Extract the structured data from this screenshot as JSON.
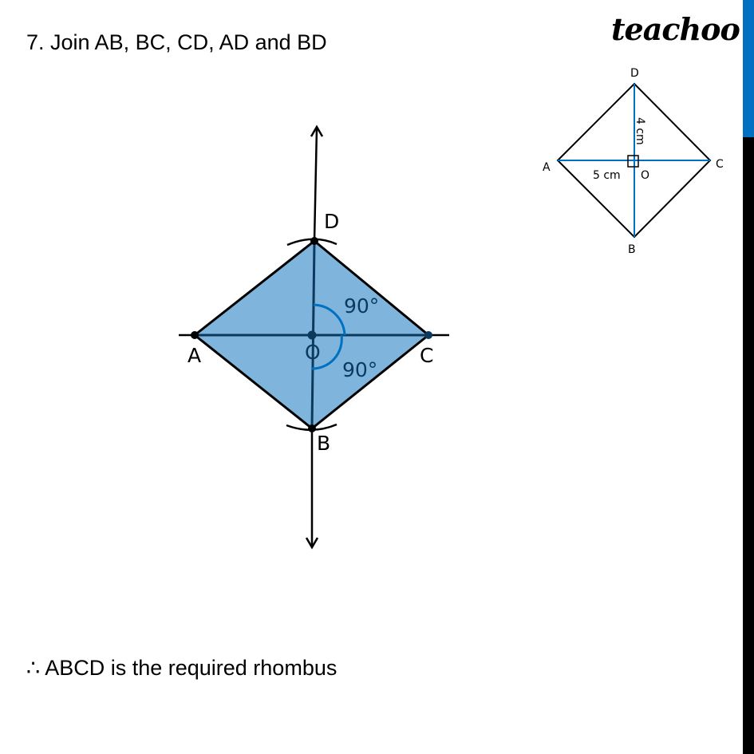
{
  "step_text": "7. Join AB, BC, CD, AD and BD",
  "conclusion_text": "∴ ABCD is the required rhombus",
  "logo_text": "teachoo",
  "main_diagram": {
    "labels": {
      "A": "A",
      "B": "B",
      "C": "C",
      "D": "D",
      "O": "O"
    },
    "angle_top": "90°",
    "angle_bottom": "90°",
    "fill_color": "#7fb4dc",
    "angle_color": "#0070c0"
  },
  "reference_diagram": {
    "labels": {
      "A": "A",
      "B": "B",
      "C": "C",
      "D": "D",
      "O": "O"
    },
    "ao_length": "5 cm",
    "od_length": "4 cm",
    "diagonal_color": "#0070c0"
  },
  "sidebar_colors": {
    "top": "#0070c0",
    "bottom": "#000000"
  }
}
